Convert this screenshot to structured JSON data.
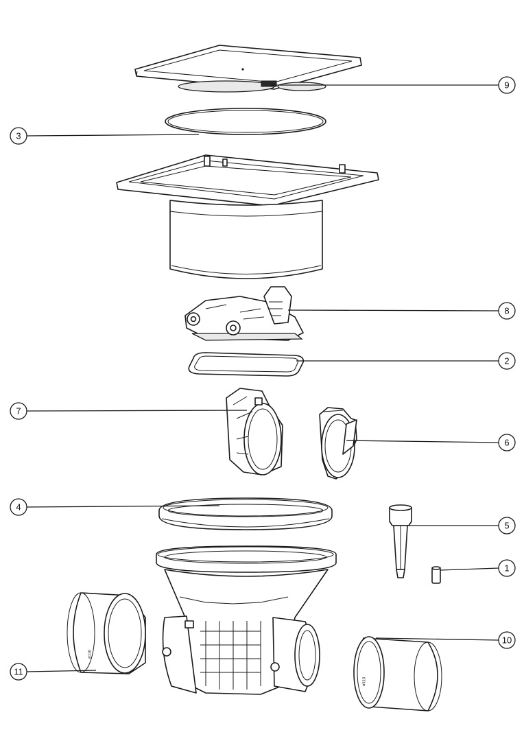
{
  "diagram": {
    "type": "exploded-view",
    "callouts": [
      {
        "id": "9"
      },
      {
        "id": "3"
      },
      {
        "id": "8"
      },
      {
        "id": "2"
      },
      {
        "id": "7"
      },
      {
        "id": "6"
      },
      {
        "id": "4"
      },
      {
        "id": "5"
      },
      {
        "id": "1"
      },
      {
        "id": "10"
      },
      {
        "id": "11"
      }
    ]
  },
  "colors": {
    "line": "#1a1a1a",
    "background": "#ffffff",
    "fill_light": "#e9e9e9"
  }
}
